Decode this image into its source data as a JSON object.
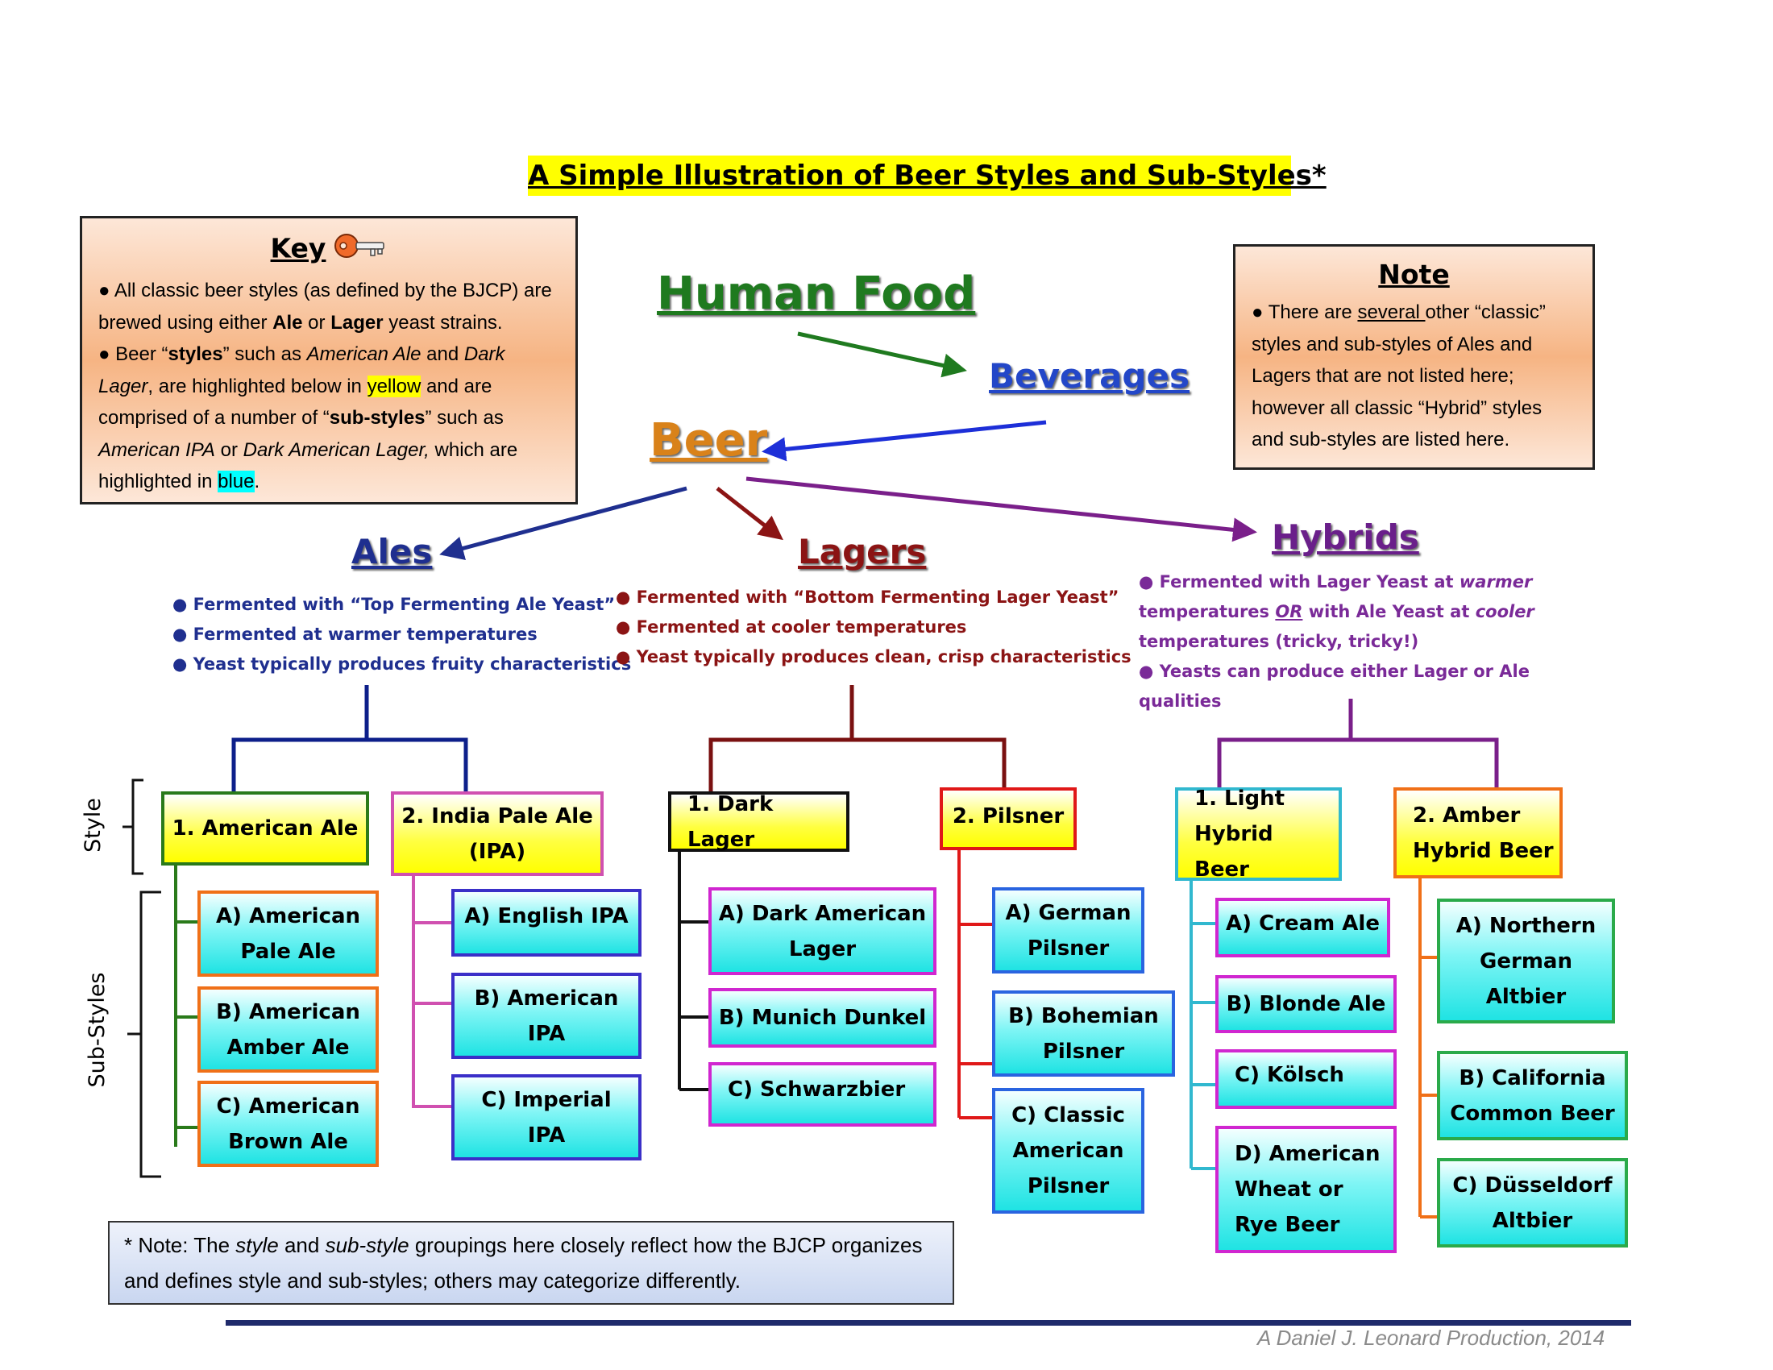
{
  "title": "A Simple Illustration of Beer Styles and Sub-Styles*",
  "key": {
    "heading": "Key",
    "icon": "key-icon",
    "p1_a": "● All classic beer styles (as defined by the BJCP) are brewed using either ",
    "p1_ale": "Ale",
    "p1_or": " or ",
    "p1_lager": "Lager",
    "p1_b": " yeast strains.",
    "p2_a": "● Beer “",
    "p2_styles": "styles",
    "p2_b": "” such as ",
    "p2_ex1": "American Ale",
    "p2_and": " and ",
    "p2_ex2": "Dark Lager",
    "p2_c": ", are highlighted below in ",
    "p2_yellow": "yellow",
    "p2_d": " and are comprised of a number of “",
    "p2_sub": "sub-styles",
    "p2_e": "” such as ",
    "p2_ex3": "American IPA",
    "p2_or": " or ",
    "p2_ex4": "Dark American Lager,",
    "p2_f": " which are highlighted in ",
    "p2_blue": "blue",
    "p2_g": "."
  },
  "note": {
    "heading": "Note",
    "a": "● There are ",
    "several": "several ",
    "b": "other “classic” styles and sub-styles of Ales and Lagers that are not listed here; however all classic “Hybrid” styles and sub-styles are listed here."
  },
  "nodes": {
    "human_food": "Human Food",
    "beverages": "Beverages",
    "beer": "Beer",
    "ales": "Ales",
    "lagers": "Lagers",
    "hybrids": "Hybrids"
  },
  "ales_bullets": [
    "● Fermented with “Top Fermenting Ale Yeast”",
    "● Fermented at warmer temperatures",
    "● Yeast typically produces fruity characteristics"
  ],
  "lagers_bullets": [
    "● Fermented with “Bottom Fermenting Lager Yeast”",
    "● Fermented at cooler temperatures",
    "● Yeast typically produces clean, crisp characteristics"
  ],
  "hybrids_bullets": {
    "b1_a": "● Fermented with Lager Yeast at ",
    "b1_warmer": "warmer",
    "b1_b": " temperatures ",
    "b1_or": "OR",
    "b1_c": " with Ale Yeast at ",
    "b1_cooler": "cooler",
    "b1_d": " temperatures (tricky, tricky!)",
    "b2": "● Yeasts can produce either Lager or Ale qualities"
  },
  "labels": {
    "style": "Style",
    "sub_styles": "Sub-Styles"
  },
  "styles": {
    "american_ale": "1. American Ale",
    "ipa_l1": "2. India Pale Ale",
    "ipa_l2": "(IPA)",
    "dark_lager": "1. Dark Lager",
    "pilsner": "2. Pilsner",
    "light_hybrid_l1": "1. Light",
    "light_hybrid_l2": "Hybrid Beer",
    "amber_hybrid_l1": "2. Amber",
    "amber_hybrid_l2": "Hybrid Beer"
  },
  "substyles": {
    "am_pale_l1": "A) American",
    "am_pale_l2": "Pale Ale",
    "am_amber_l1": "B) American",
    "am_amber_l2": "Amber Ale",
    "am_brown_l1": "C) American",
    "am_brown_l2": "Brown Ale",
    "english_ipa": "A) English IPA",
    "american_ipa_l1": "B) American",
    "american_ipa_l2": "IPA",
    "imperial_ipa_l1": "C) Imperial",
    "imperial_ipa_l2": "IPA",
    "dark_am_lager_l1": "A) Dark American",
    "dark_am_lager_l2": "Lager",
    "munich_dunkel": "B) Munich Dunkel",
    "schwarzbier": "C) Schwarzbier",
    "german_pils_l1": "A) German",
    "german_pils_l2": "Pilsner",
    "bohemian_pils_l1": "B) Bohemian",
    "bohemian_pils_l2": "Pilsner",
    "classic_am_pils_l1": "C) Classic",
    "classic_am_pils_l2": "American",
    "classic_am_pils_l3": "Pilsner",
    "cream_ale": "A) Cream Ale",
    "blonde_ale": "B) Blonde Ale",
    "kolsch": "C) Kölsch",
    "am_wheat_l1": "D) American",
    "am_wheat_l2": "Wheat or",
    "am_wheat_l3": "Rye Beer",
    "n_german_alt_l1": "A) Northern",
    "n_german_alt_l2": "German",
    "n_german_alt_l3": "Altbier",
    "california_common_l1": "B) California",
    "california_common_l2": "Common Beer",
    "dusseldorf_alt_l1": "C) Düsseldorf",
    "dusseldorf_alt_l2": "Altbier"
  },
  "footnote": {
    "a": "* Note: The ",
    "style": "style",
    "b": " and ",
    "substyle": "sub-style",
    "c": " groupings here closely reflect how the BJCP organizes and defines style and sub-styles; others may categorize differently."
  },
  "credit": "A Daniel J. Leonard Production, 2014",
  "colors": {
    "ales": "#1f2f8f",
    "lagers": "#8b1414",
    "hybrids": "#7a2a98",
    "style_fill": "#ffff00",
    "substyle_fill": "#1fe3e3"
  }
}
